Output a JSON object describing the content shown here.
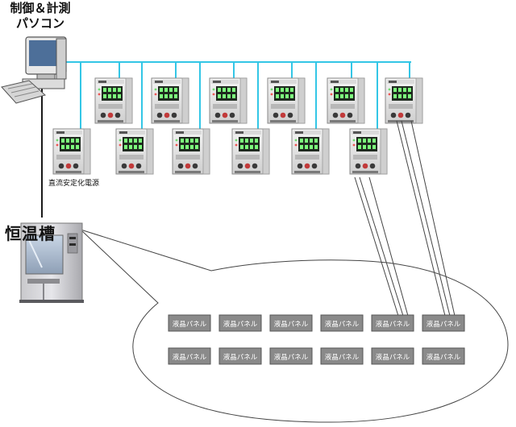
{
  "labels": {
    "pc_line1": "制御＆計測",
    "pc_line2": "パソコン",
    "chamber": "恒温槽",
    "power_supply": "直流安定化電源"
  },
  "panel_label": "液晶パネル",
  "panels": [
    "液晶パネル",
    "液晶パネル",
    "液晶パネル",
    "液晶パネル",
    "液晶パネル",
    "液晶パネル",
    "液晶パネル",
    "液晶パネル",
    "液晶パネル",
    "液晶パネル",
    "液晶パネル",
    "液晶パネル"
  ],
  "power_supply_count": 12,
  "colors": {
    "bus_line": "#33c6e6",
    "wire": "#333333",
    "panel_fill": "#8a8a8a",
    "panel_text": "#ffffff",
    "psu_body": "#e4e4e4",
    "lcd": "#1f2a1f",
    "lcd_digits": "#7dff7d"
  }
}
